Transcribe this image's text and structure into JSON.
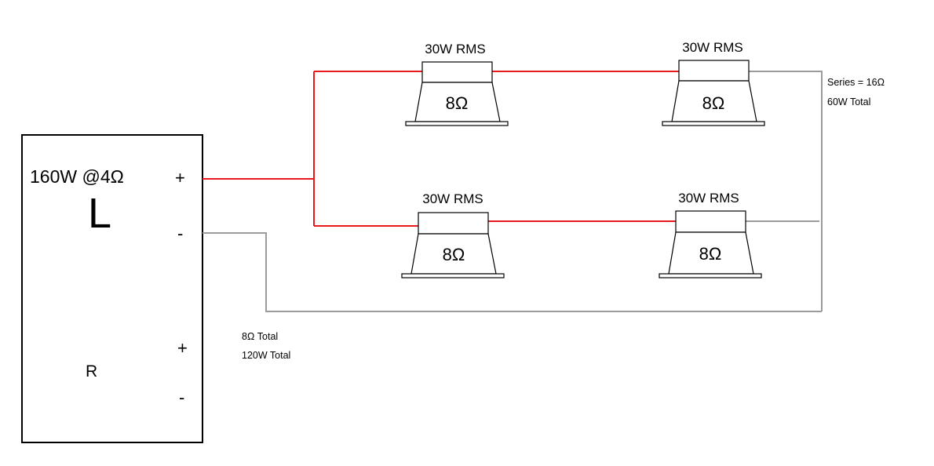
{
  "amplifier": {
    "rating": "160W @4Ω",
    "left_channel": "L",
    "right_channel": "R",
    "left_plus": "+",
    "left_minus": "-",
    "right_plus": "+",
    "right_minus": "-"
  },
  "speakers": [
    {
      "rms": "30W RMS",
      "impedance": "8Ω"
    },
    {
      "rms": "30W RMS",
      "impedance": "8Ω"
    },
    {
      "rms": "30W RMS",
      "impedance": "8Ω"
    },
    {
      "rms": "30W RMS",
      "impedance": "8Ω"
    }
  ],
  "notes": {
    "series_impedance": "Series = 16Ω",
    "series_power": "60W Total",
    "total_impedance": "8Ω Total",
    "total_power": "120W Total"
  },
  "colors": {
    "positive_wire": "#e8181d",
    "negative_wire": "#9b9b9b",
    "outline": "#000000"
  }
}
